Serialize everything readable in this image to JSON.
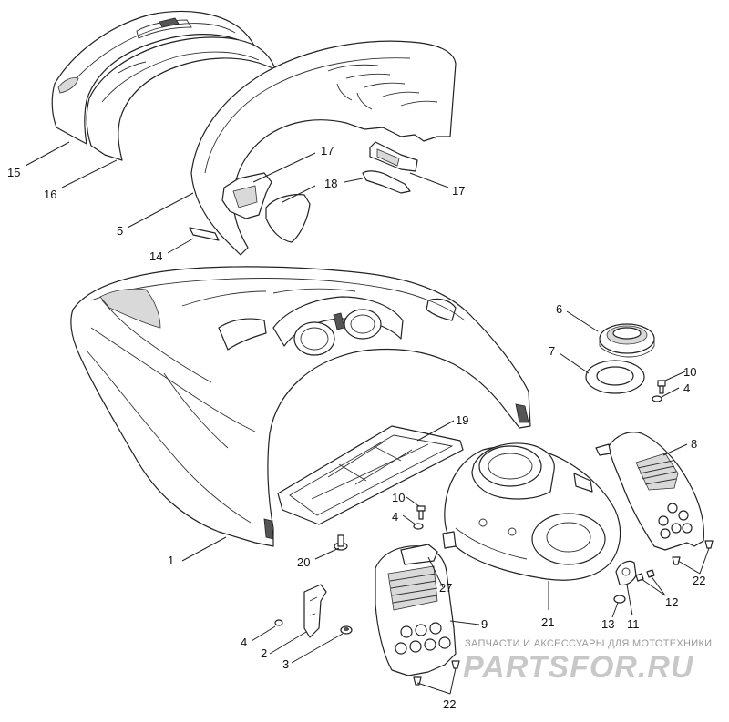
{
  "diagram": {
    "callouts": [
      {
        "id": "c15",
        "label": "15"
      },
      {
        "id": "c16",
        "label": "16"
      },
      {
        "id": "c5",
        "label": "5"
      },
      {
        "id": "c14",
        "label": "14"
      },
      {
        "id": "c17a",
        "label": "17"
      },
      {
        "id": "c18",
        "label": "18"
      },
      {
        "id": "c17b",
        "label": "17"
      },
      {
        "id": "c6",
        "label": "6"
      },
      {
        "id": "c7",
        "label": "7"
      },
      {
        "id": "c10a",
        "label": "10"
      },
      {
        "id": "c4a",
        "label": "4"
      },
      {
        "id": "c8",
        "label": "8"
      },
      {
        "id": "c19",
        "label": "19"
      },
      {
        "id": "c10b",
        "label": "10"
      },
      {
        "id": "c4b",
        "label": "4"
      },
      {
        "id": "c1",
        "label": "1"
      },
      {
        "id": "c20",
        "label": "20"
      },
      {
        "id": "c21",
        "label": "21"
      },
      {
        "id": "c27",
        "label": "27"
      },
      {
        "id": "c9",
        "label": "9"
      },
      {
        "id": "c4c",
        "label": "4"
      },
      {
        "id": "c2",
        "label": "2"
      },
      {
        "id": "c3",
        "label": "3"
      },
      {
        "id": "c13",
        "label": "13"
      },
      {
        "id": "c11",
        "label": "11"
      },
      {
        "id": "c12",
        "label": "12"
      },
      {
        "id": "c22a",
        "label": "22"
      },
      {
        "id": "c22b",
        "label": "22"
      }
    ]
  },
  "watermark": {
    "tagline": "ЗАПЧАСТИ И АКСЕССУАРЫ ДЛЯ МОТОТЕХНИКИ",
    "logo": "PARTSFOR.RU"
  }
}
